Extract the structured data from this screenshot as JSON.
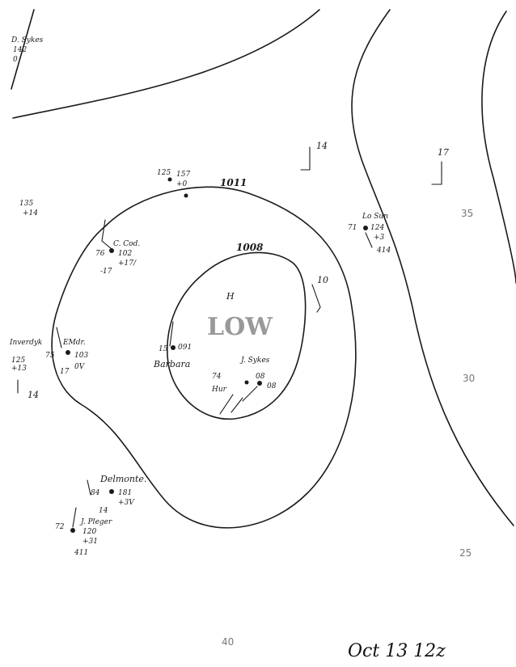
{
  "date_stamp": "Oct 13 12z",
  "isobars": {
    "outer": "1011",
    "inner": "1008"
  },
  "pressure_center": "LOW",
  "latitude_labels": [
    "35",
    "30",
    "25",
    "40"
  ],
  "isotherm_labels": [
    "14",
    "17",
    "10",
    "14",
    "H"
  ],
  "stations": [
    {
      "name": "D. Sykes",
      "lines": [
        "142",
        "0"
      ]
    },
    {
      "name": "",
      "lines": [
        "125",
        "157",
        "+0"
      ]
    },
    {
      "name": "",
      "lines": [
        "135",
        "+14"
      ]
    },
    {
      "name": "C. Cod.",
      "lines": [
        "76",
        "102",
        "+17/",
        "-17"
      ]
    },
    {
      "name": "Inverdyk",
      "lines": [
        "EMdr.",
        "75",
        "103",
        "125",
        "+13",
        "17",
        "0V"
      ]
    },
    {
      "name": "Barbara",
      "lines": [
        "15",
        "091"
      ]
    },
    {
      "name": "J. Sykes",
      "lines": [
        "08",
        "08",
        "Hur",
        "74"
      ]
    },
    {
      "name": "Lo Sun",
      "lines": [
        "71",
        "124",
        "+3",
        "414"
      ]
    },
    {
      "name": "Delmonte.",
      "lines": [
        "84",
        "181",
        "+3V",
        "14"
      ]
    },
    {
      "name": "J. Pleger",
      "lines": [
        "72",
        "120",
        "+31",
        "411"
      ]
    }
  ]
}
